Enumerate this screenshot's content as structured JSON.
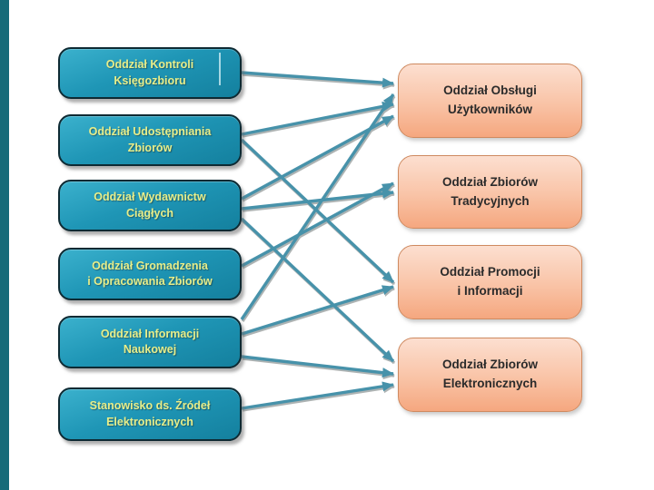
{
  "diagram": {
    "old_departments": [
      {
        "id": "kontroli",
        "line1": "Oddział Kontroli",
        "line2": "Księgozbioru"
      },
      {
        "id": "udostepniania",
        "line1": "Oddział Udostępniania",
        "line2": "Zbiorów"
      },
      {
        "id": "wydawnictw",
        "line1": "Oddział Wydawnictw",
        "line2": "Ciągłych"
      },
      {
        "id": "gromadzenia",
        "line1": "Oddział Gromadzenia",
        "line2": "i Opracowania Zbiorów"
      },
      {
        "id": "informacji",
        "line1": "Oddział Informacji",
        "line2": "Naukowej"
      },
      {
        "id": "zrodel",
        "line1": "Stanowisko ds. Źródeł",
        "line2": "Elektronicznych"
      }
    ],
    "new_departments": [
      {
        "id": "obslugi",
        "line1": "Oddział Obsługi",
        "line2": "Użytkowników"
      },
      {
        "id": "tradycyjnych",
        "line1": "Oddział Zbiorów",
        "line2": "Tradycyjnych"
      },
      {
        "id": "promocji",
        "line1": "Oddział Promocji",
        "line2": "i Informacji"
      },
      {
        "id": "elektronicznych",
        "line1": "Oddział Zbiorów",
        "line2": "Elektronicznych"
      }
    ],
    "connections": [
      {
        "from": "Oddział Kontroli Księgozbioru",
        "to": "Oddział Obsługi Użytkowników"
      },
      {
        "from": "Oddział Udostępniania Zbiorów",
        "to": "Oddział Obsługi Użytkowników"
      },
      {
        "from": "Oddział Wydawnictw Ciągłych",
        "to": "Oddział Obsługi Użytkowników"
      },
      {
        "from": "Oddział Informacji Naukowej",
        "to": "Oddział Obsługi Użytkowników"
      },
      {
        "from": "Oddział Wydawnictw Ciągłych",
        "to": "Oddział Zbiorów Tradycyjnych"
      },
      {
        "from": "Oddział Gromadzenia i Opracowania Zbiorów",
        "to": "Oddział Zbiorów Tradycyjnych"
      },
      {
        "from": "Oddział Udostępniania Zbiorów",
        "to": "Oddział Promocji i Informacji"
      },
      {
        "from": "Oddział Informacji Naukowej",
        "to": "Oddział Promocji i Informacji"
      },
      {
        "from": "Oddział Wydawnictw Ciągłych",
        "to": "Oddział Zbiorów Elektronicznych"
      },
      {
        "from": "Oddział Informacji Naukowej",
        "to": "Oddział Zbiorów Elektronicznych"
      },
      {
        "from": "Stanowisko ds. Źródeł Elektronicznych",
        "to": "Oddział Zbiorów Elektronicznych"
      }
    ],
    "colors": {
      "old_box_fill_top": "#3bb1cd",
      "old_box_fill_bottom": "#14809e",
      "old_box_text": "#e7ee8a",
      "new_box_fill_top": "#fcdfd0",
      "new_box_fill_bottom": "#f5a77f",
      "new_box_text": "#2b2b2b",
      "connector": "#4792aa",
      "sidebar_strip": "#166b79"
    }
  }
}
